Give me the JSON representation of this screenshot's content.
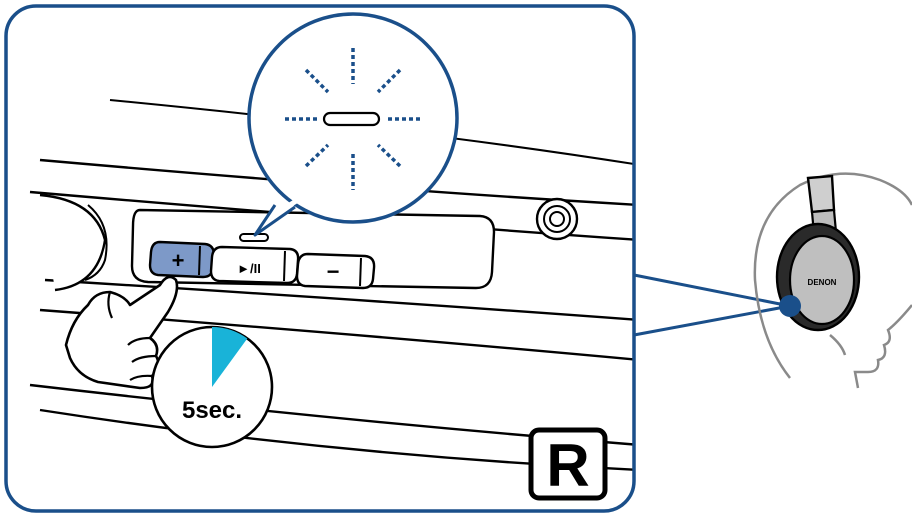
{
  "figure": {
    "timer_label": "5sec.",
    "side_label": "R",
    "brand_label": "DENON",
    "buttons": {
      "plus": "+",
      "play_pause": "►/II",
      "minus": "−"
    },
    "timer_fill_fraction": 0.1,
    "colors": {
      "frame": "#1a4f8a",
      "led": "#1a4f8a",
      "plus_button": "#7d99c8",
      "timer": "#19b3d8",
      "connector_dot": "#1a4f8a",
      "head_outline": "#8a8a8a"
    }
  }
}
